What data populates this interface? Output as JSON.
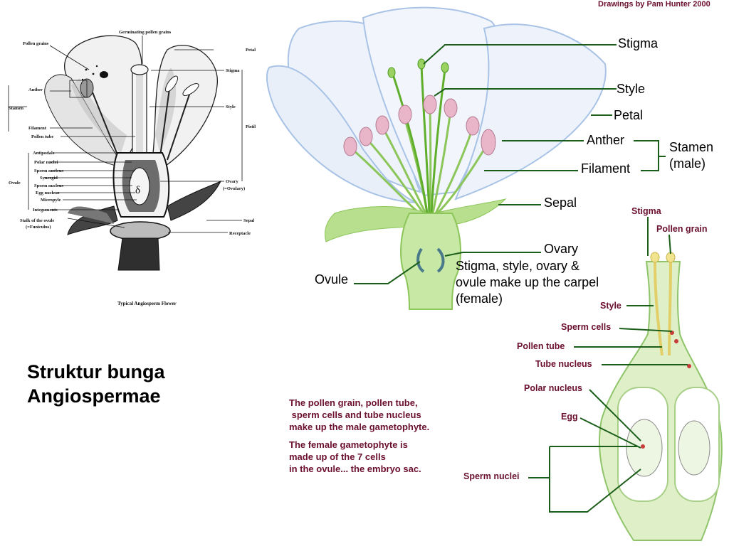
{
  "credit": "Drawings by Pam Hunter 2000",
  "title_line1": "Struktur bunga",
  "title_line2": "Angiospermae",
  "left_diagram": {
    "caption": "Typical Angiosperm Flower",
    "labels": {
      "germinating": "Germinating pollen grains",
      "pollen_grains": "Pollen grains",
      "petal": "Petal",
      "stigma": "Stigma",
      "anther": "Anther",
      "style": "Style",
      "stamen": "Stamen",
      "filament": "Filament",
      "pistil": "Pistil",
      "pollen_tube": "Pollen tube",
      "antipodals": "Antipodals",
      "polar_nuclei": "Polar nuclei",
      "sperm_nucleus": "Sperm nucleus",
      "synergid": "Synergid",
      "ovule": "Ovule",
      "sperm_nucleus2": "Sperm nucleus",
      "egg_nucleus": "Egg nucleus",
      "ovary": "Ovary",
      "ovulary": "(=Ovulary)",
      "micropyle": "Micropyle",
      "integuments": "Integuments",
      "stalk": "Stalk of the ovule",
      "funiculus": "(=Funiculus)",
      "sepal": "Sepal",
      "receptacle": "Receptacle"
    }
  },
  "center_diagram": {
    "labels": {
      "stigma": "Stigma",
      "style": "Style",
      "petal": "Petal",
      "anther": "Anther",
      "stamen": "Stamen",
      "male": "(male)",
      "filament": "Filament",
      "sepal": "Sepal",
      "ovary": "Ovary",
      "carpel1": "Stigma, style, ovary &",
      "carpel2": "ovule make up the carpel",
      "carpel3": "(female)",
      "ovule": "Ovule"
    }
  },
  "right_diagram": {
    "labels": {
      "stigma": "Stigma",
      "pollen_grain": "Pollen grain",
      "style": "Style",
      "sperm_cells": "Sperm cells",
      "pollen_tube": "Pollen tube",
      "tube_nucleus": "Tube nucleus",
      "polar_nucleus": "Polar nucleus",
      "egg": "Egg",
      "sperm_nuclei": "Sperm nuclei"
    }
  },
  "caption_male_1": "The pollen grain, pollen tube,",
  "caption_male_2": "sperm cells and tube nucleus",
  "caption_male_3": "make up the male gametophyte.",
  "caption_female_1": "The female gametophyte is",
  "caption_female_2": "made up of the 7 cells",
  "caption_female_3": "in the ovule... the embryo sac.",
  "colors": {
    "maroon_text": "#6b0f2e",
    "leader_green": "#1a5e1a",
    "petal_blue": "#a9c3e6",
    "plant_green": "#9fd36c"
  }
}
